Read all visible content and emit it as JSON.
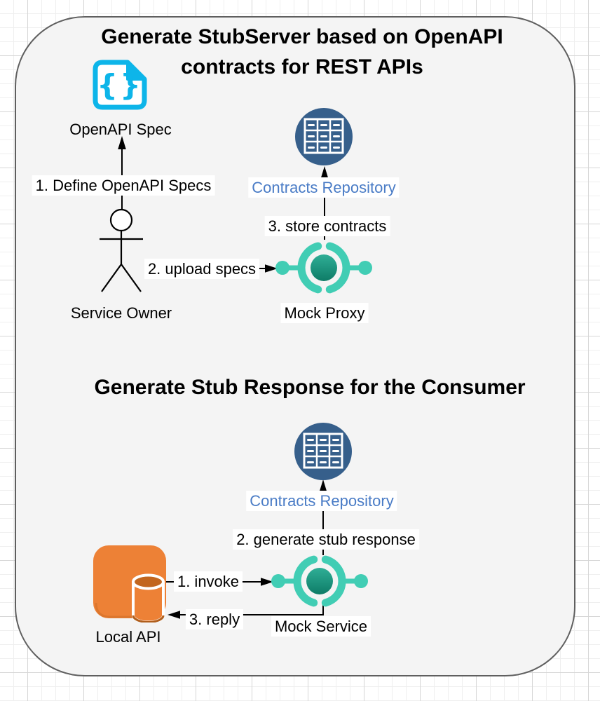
{
  "section1": {
    "title_lines": [
      "Generate StubServer based on OpenAPI",
      "contracts for REST APIs"
    ],
    "openapi_spec_label": "OpenAPI Spec",
    "actor_label": "Service Owner",
    "mock_proxy_label": "Mock Proxy",
    "repository_label": "Contracts Repository",
    "steps": {
      "define": "1. Define OpenAPI Specs",
      "upload": "2. upload specs",
      "store": "3. store contracts"
    }
  },
  "section2": {
    "title": "Generate Stub Response for the Consumer",
    "repository_label": "Contracts Repository",
    "mock_service_label": "Mock Service",
    "local_api_label": "Local API",
    "steps": {
      "invoke": "1. invoke",
      "generate": "2. generate stub response",
      "reply": "3. reply"
    }
  },
  "colors": {
    "openapi_cyan": "#0DB5E9",
    "mock_teal": "#41CDB4",
    "mock_center_top": "#2FAE96",
    "mock_center_bottom": "#0E7C67",
    "repository_blue": "#365F8B",
    "repository_label_blue": "#4A7CC6",
    "local_api_orange": "#ED8136",
    "local_api_dark_orange": "#C2661F",
    "container_fill": "#f4f4f4"
  }
}
